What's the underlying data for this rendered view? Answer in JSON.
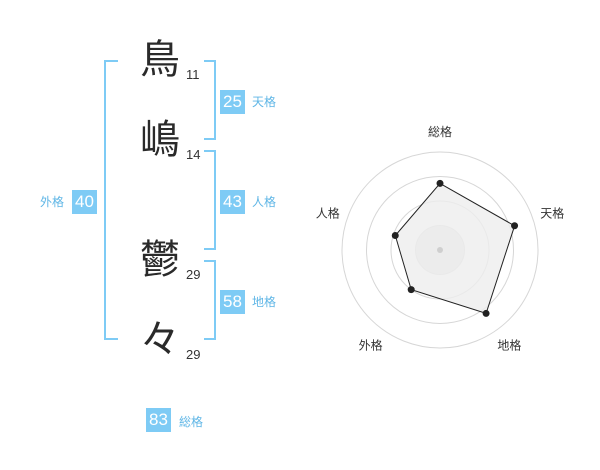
{
  "colors": {
    "accent": "#7ecbf5",
    "accent_text": "#5fb6e6",
    "bracket": "#7ecbf5",
    "radar_fill": "#eeeeee",
    "radar_line": "#222222",
    "ring": "#d6d6d6"
  },
  "name": {
    "chars": [
      {
        "char": "鳥",
        "strokes": "11"
      },
      {
        "char": "嶋",
        "strokes": "14"
      },
      {
        "char": "鬱",
        "strokes": "29"
      },
      {
        "char": "々",
        "strokes": "29"
      }
    ]
  },
  "scores": {
    "tenkaku": {
      "value": "25",
      "label": "天格"
    },
    "jinkaku": {
      "value": "43",
      "label": "人格"
    },
    "chikaku": {
      "value": "58",
      "label": "地格"
    },
    "gaikaku": {
      "value": "40",
      "label": "外格"
    },
    "soukaku": {
      "value": "83",
      "label": "総格"
    }
  },
  "chart_data": {
    "type": "radar",
    "axes": [
      "総格",
      "天格",
      "地格",
      "外格",
      "人格"
    ],
    "values": [
      0.68,
      0.8,
      0.8,
      0.5,
      0.48
    ],
    "max": 1,
    "rings": 4,
    "grid": true,
    "legend": "none"
  }
}
